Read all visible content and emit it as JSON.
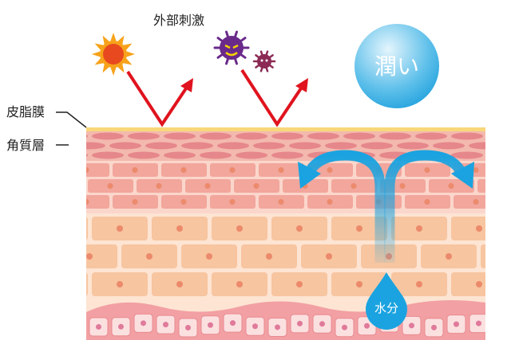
{
  "title": "外部刺激",
  "labels": {
    "sebum": "皮脂膜",
    "stratum_corneum": "角質層",
    "moisture": "水分",
    "hydration": "潤い"
  },
  "colors": {
    "sebum": "#f8d67a",
    "corneum_bg": "#f3b9ae",
    "corneum_cell": "#e6878b",
    "spinous_bg": "#fbd6cb",
    "spinous_cell": "#f2a69c",
    "granular_bg": "#fde4d3",
    "granular_cell": "#f7c5a0",
    "nucleus": "#ec8a6c",
    "arrow_red": "#e0131e",
    "water_blue": "#1aa3e0"
  }
}
